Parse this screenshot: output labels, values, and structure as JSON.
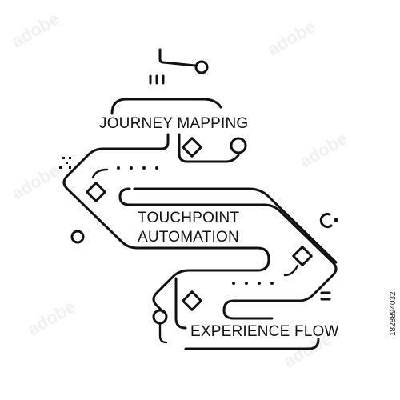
{
  "labels": {
    "journey": "JOURNEY MAPPING",
    "touchpoint_line1": "TOUCHPOINT",
    "touchpoint_line2": "AUTOMATION",
    "experience": "EXPERIENCE FLOW"
  },
  "stock_id": "1828894032",
  "colors": {
    "ink": "#111111",
    "background": "#ffffff"
  },
  "icons": [
    "diamond-node-icon",
    "circle-node-icon",
    "dot-trail-icon",
    "pixel-cluster-icon",
    "crescent-icon"
  ]
}
